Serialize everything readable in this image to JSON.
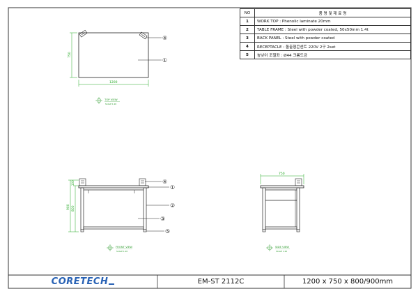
{
  "parts_table": {
    "header_no": "NO",
    "header_desc": "품 명  및  재 료 명",
    "rows": [
      {
        "no": "1",
        "desc": "WORK TOP : Phenolic laminate 20mm"
      },
      {
        "no": "2",
        "desc": "TABLE FRAME : Steel with powder coated, 50x50mm 1.4t"
      },
      {
        "no": "3",
        "desc": "BACK PANEL : Steel with powder coated"
      },
      {
        "no": "4",
        "desc": "RECEPTACLE : 돌출형콘센트 220V 2구 2set"
      },
      {
        "no": "5",
        "desc": "높낮이 조절좌 : Ø44 크롬도금"
      }
    ]
  },
  "top_view": {
    "dim_width": "1200",
    "dim_depth": "750",
    "callout_1": "①",
    "callout_4": "④",
    "label": "TOP VIEW",
    "scale": "SCALE 1:20"
  },
  "front_view": {
    "dim_900": "900",
    "dim_800": "800",
    "dim_100": "100",
    "callouts": [
      "④",
      "①",
      "②",
      "③",
      "⑤"
    ],
    "label": "FRONT VIEW",
    "scale": "SCALE 1:20"
  },
  "side_view": {
    "dim_width": "750",
    "label": "SIDE VIEW",
    "scale": "SCALE 1:20"
  },
  "title_block": {
    "logo": "CORETECH",
    "model": "EM-ST 2112C",
    "size": "1200 x 750 x 800/900mm"
  },
  "colors": {
    "dimension": "#22a822",
    "annotation": "#2a9a2a",
    "line": "#222222",
    "logo": "#2a63b5"
  }
}
